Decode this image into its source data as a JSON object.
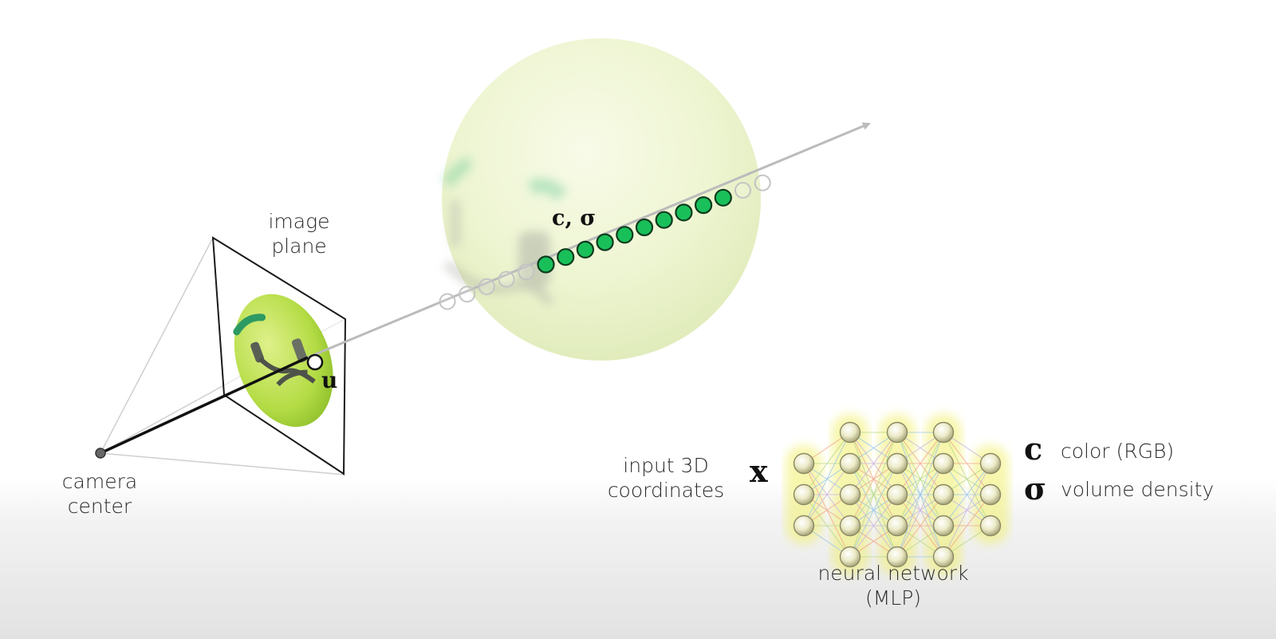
{
  "labels": {
    "image_plane": [
      "image",
      "plane"
    ],
    "camera_center": [
      "camera",
      "center"
    ],
    "pixel": "u",
    "sample": "c, σ",
    "input": [
      "input 3D",
      "coordinates"
    ],
    "input_symbol": "x",
    "network": [
      "neural network",
      "(MLP)"
    ],
    "output_c_symbol": "c",
    "output_c_text": "color (RGB)",
    "output_sigma_symbol": "σ",
    "output_sigma_text": "volume density"
  },
  "ray": {
    "active_samples": 10,
    "faded_samples_before": 5,
    "faded_samples_after": 2
  },
  "network": {
    "layers": [
      3,
      5,
      5,
      5,
      3
    ]
  },
  "colors": {
    "sample_green": "#19c05a",
    "node_glow": "#f1f06a",
    "object_green": "#b6e04a",
    "ray_gray": "#bbbbbb"
  }
}
